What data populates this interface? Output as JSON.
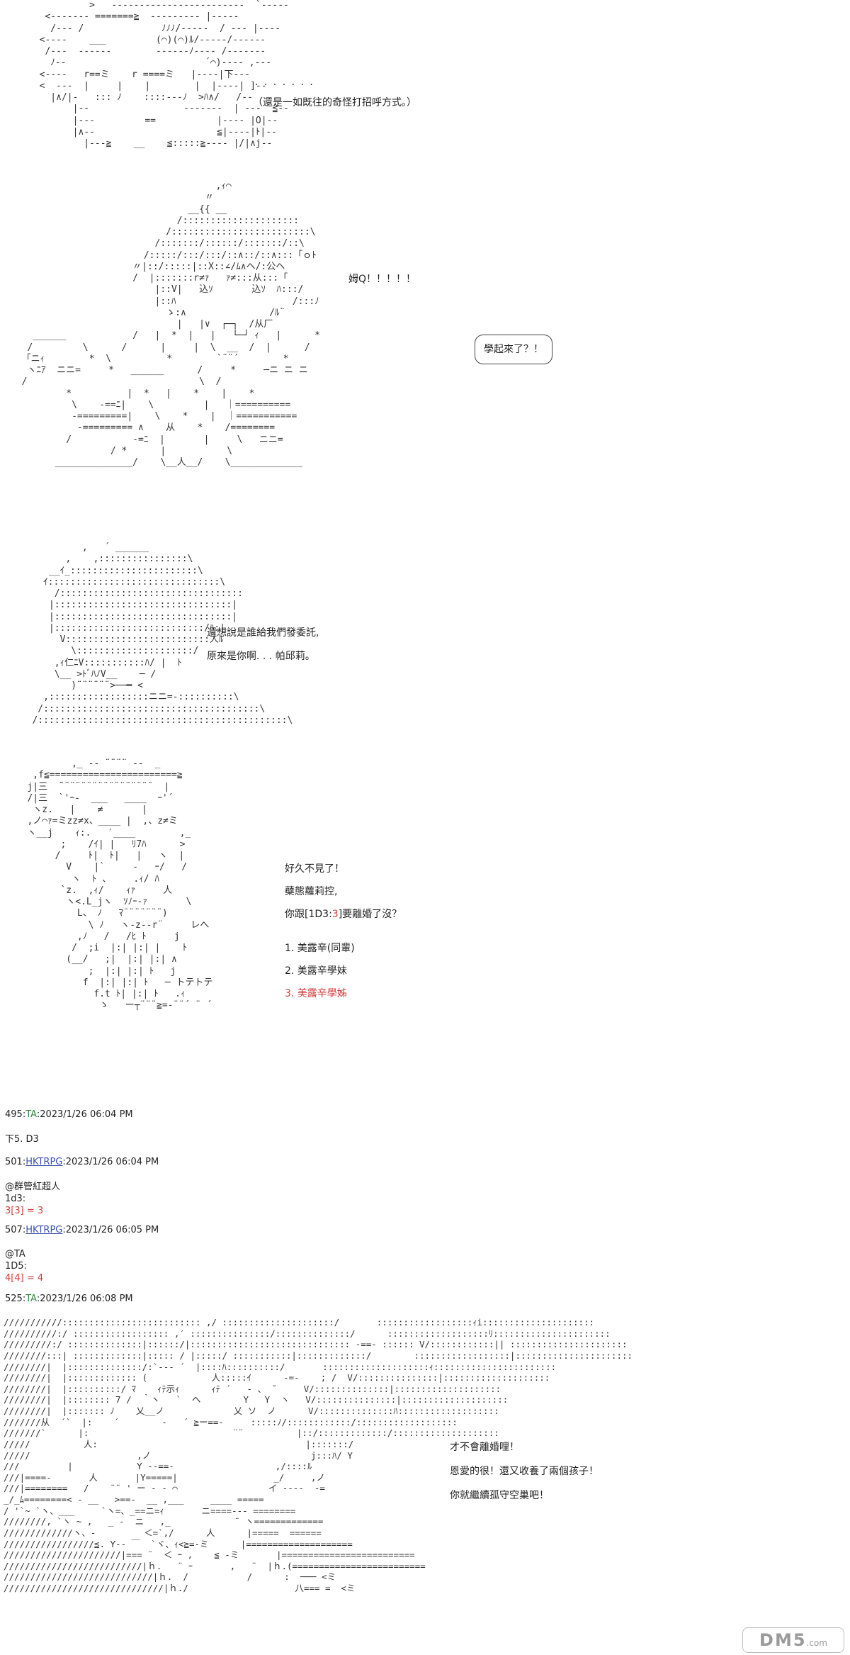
{
  "panel1": {
    "art": "           >   ------------------------  `-----\n   <------- =======≧  --------- |-----\n    /--- /              ﾉﾉﾉ/-----  / --- |----\n  <----    ___         (⌒)(⌒)ﾙ/-----/------\n   /---  ------        ------ﾉ---- /-------\n    ﾉ--                         ´⌒)---- ,---\n  <----   r==ミ    r ====ミ   |----|下---\n  <  ---  |     |    |        |  |----| ]--\n    |∧/|-   ::: ﾉ    ::::---ﾉ  >ﾊ∧/   /--\n        |--                 -------  | ---  ≦--\n        |---         ==           |---- |O|--\n        |∧--                      ≦|----|ﾄ|--\n          |---≧    __    ≦:::::≧---- |/|∧j--",
    "dots": ". . . . . . .",
    "remark": "（還是一如既往的奇怪打招呼方式。）"
  },
  "panel2": {
    "art": "                                     ,ｨ⌒\n                                   〃\n                                __{{ __\n                              /:::::::::::::::::::::\n                            /:::::::::::::::::::::::::\\\n                          /:::::::/::::::/:::::::/::\\\n                        /:::::/:::/:::/::∧::/::∧:::「ｏﾄ\n                      〃|::/:::::|::X::∠/ﾑ∧ヘ/:公ヘ\n                      /  |:::::::r≠ｧ   ｧ≠:::从:::「\n                          |::V|   込ｿ       込ｿ  ﾊ:::/\n                          |::ﾊ                     /:::ﾉ\n                            ゝ:∧               /ﾙ¨\n                              |   |∨  ┌─┐  /从厂\n    ______            /   |  *  |   |   └─┘ ｨ   |      *\n   /         \\      /      |     |  \\  __  /  |      /\n  「ニｨ        *  \\          *        `¨¨´        *\n   ヽﾆｱ  ニニ=     *   ______      /     *     ─ニ ニ ニ\n  /                               \\  /\n          *          |  *   |    *    |    *\n           \\    -==ﾆ|    \\         |   ｜==========\n           -=========|    \\    *    |  ｜===========\n            -========= ∧    从    *    /========\n          /           -=ﾆ  |       |     \\   ニニ=\n                  / *      |           \\\n        ______________/    \\__人__/    \\_____________",
    "shout": "姆Q！！！！！",
    "bubble": "學起來了？！"
  },
  "panel3": {
    "art": "            ,   ´ ______\n         ,    ,::::::::::::::::\\\n      __ｲ_:::::::::::::::::::::::\\\n     ｲ:::::::::::::::::::::::::::::::\\\n       /:::::::::::::::::::::::::::::::::\n      |::::::::::::::::::::::::::::::::|\n      |::::::::::::::::::::::::::::::::|\n      |:::::::::::::::::::::::::::/ﾊ:|\n        V::::::::::::::::::::::::::人ﾙ\n          \\:::::::::::::::::::::/\n       ,ｨ仁ﾆV:::::::::::ﾊ/ |  ﾄ\n       \\__ >ﾄﾞﾊﾉV__    ─ /\n          )¨¨¨¨¨¨>──━ <\n     ,::::::::::::::::::ニニ=-::::::::::\\\n    /:::::::::::::::::::::::::::::::::::::::\\\n   /:::::::::::::::::::::::::::::::::::::::::::::\\",
    "line1": "還想說是誰給我們發委託,",
    "line2": "原來是你啊. . . 帕邱莉。"
  },
  "panel4": {
    "art": "           ,_ -‐ ¨¨¨¨ ‐-  _\n    ,f≦=======================≧\n   j|三  ̄¨¨¨¨¨¨¨¨¨¨¨¨¨¨¨¨¨  |\n   /|三  `'ｰ-  ___   ____  ｰ'´\n    ヽz.   |    ≠       |\n   ,ノ⌒ｧ=ミzz≠x、____ |  ,、z≠ミ\n   ヽ__j    ｨ:.   ′____        ,_\n         ;    /ｲ| |   ﾘ7ﾊ      >\n        /     ﾄ|  ﾄ|   |   ヽ  |\n          V    |`     -   ｰ/   /\n           ヽ  ﾄ 、    .ｨ/ ﾊ\n         `z.  ,ｨ/    ｨｧ     人\n          ヽ<.L_jヽ  ｿﾉｰ‐ｧ       \\\n            L、 ﾉ   ﾏ¨¨¨¨¨¨¨)\n              \\ ﾉ   ヽ-z--r¨     レへ\n            ,ﾉ   /   /ﾋ ﾄ     j\n           /  ;i  |:| |:| |    ﾄ\n          (__/   ;|  |:| |:| ∧\n              ;  |:| |:| ﾄ   j\n             f  |:| |:| ﾄ   ─ トテトテ\n               f.t ﾄ| |:| ﾄ   .ｨ\n                ゝ   ー┬¨¨¨≧=‐¨¨´ ¨ ´",
    "greeting": "好久不見了！",
    "name": "蘗態蘿莉控,",
    "question_prefix": "你跟[",
    "dice_label": "1D3",
    "dice_sep": ":",
    "dice_result": "3",
    "question_suffix": "]要離婚了沒？",
    "option1": "1. 美露辛(同輩)",
    "option2": "2. 美露辛學妹",
    "option3": "3. 美露辛學姊"
  },
  "posts": [
    {
      "num": "495:",
      "author": "TA",
      "time": ":2023/1/26 06:04 PM"
    },
    {
      "num": "501:",
      "author": "HKTRPG",
      "time": ":2023/1/26 06:04 PM"
    },
    {
      "num": "507:",
      "author": "HKTRPG",
      "time": ":2023/1/26 06:05 PM"
    },
    {
      "num": "525:",
      "author": "TA",
      "time": ":2023/1/26 06:08 PM"
    }
  ],
  "post495_body": "下5. D3",
  "post501": {
    "mention": "@群管紅超人",
    "roll": "1d3:",
    "result": "3[3] = 3"
  },
  "post507": {
    "mention": "@TA",
    "roll": "1D5:",
    "result": "4[4] = 4"
  },
  "panel5": {
    "art": "///////////:::::::::::::::::::::::::: ,/ :::::::::::::::::::::/       ::::::::::::::::::ｨi:::::::::::::::::::::\n//////////:/ :::::::::::::::::: ,′ :::::::::::::::/::::::::::::::/      :::::::::::::::::::ﾘ::::::::::::::::::::::\n/////////:/ ::::::::::::::|::::::/|:::::::::::::::::::::::::::::: -==- :::::: V/::::::::::::|| ::::::::::::::::::::::\n////////:::| :::::::::::::|::::: / |:::::/ :::::::::::|:::::::::::::/        ::::::::::::::::::|::::::::::::::::::::::\n////////|  |::::::::::::::/:`‐-- ´  |::::ﾊ::::::::::/       ::::::::::::::::::::ｨ:::::::::::::::::::::::\n////////|  |::::::::::::: (            人:::::ｲ      -=-    ; /  V/:::::::::::::::|::::::::::::::::::::\n////////|  |::::::::::/ ﾏ    ｨﾃ示ｨ      ｨﾃ ´   - 、 ˘     V/::::::::::::::|::::::::::::::::::::\n////////|  |:::::::: 7 /  ｀ヽ   `  ヘ        Y   Y  ヽ   V/:::::::::::::::|::::::::::::::::::::\n////////|  |::::::: ﾉ    乂__ノ             乂 ソ  ノ      V/::::::::::::::ﾊ:::::::::::::::::::\n///////从  ´`  |:    ´        -   ´ ≧ー==-     :::::ﾉ/::::::::::::/:::::::::::::::::::\n///////`      |:                           ¨¨          |::/:::::::::::::/::::::::::::::::::::\n/////          人:                                       |:::::::/\n/////                    ,ノ                              j:::ﾊ/ Y\n///         |            Y --==-                   ,/::::ﾙ\n///|====-       人       |Y=====|                  _/     ,ノ\n///|========   /    ¨¨ ' ー ‐ - ⌒                 イ ----  -=\n_/_ﾑ========< - __   >==-  __ ,___     ____ =====\n/ '`~ `ヽ、___     `ヽ=、_==ニ=ｨ       ニ====--- ========\n////////, `ヽ ~ ,   _ -  ニ   ,_            ¨ ヽ=============\n/////////////ヽ、-         ＜=`,/      人      |=====  ======\n/////////////////≦. Y-- ￣  `ヾ、ｨ<≧=-ミ      |====================\n//////////////////////|=== ¨  ＜ ｰ ,    ≦ -ミ       |=========================\n//////////////////////////|ｈ.   ¨ ｰ       ,   ¨  |ｈ.(=========================\n////////////////////////////|ｈ.  /           /      :  ─── <ミ\n//////////////////////////////|ｈ./                    八=== =  <ミ",
    "line1": "才不會離婚哩！",
    "line2": "恩愛的很！還又收養了兩個孩子！",
    "line3": "你就繼續孤守空巢吧！"
  },
  "watermark": {
    "main": "DM5",
    "suffix": ".com"
  },
  "colors": {
    "ta_author": "#2c8a3c",
    "link_author": "#3a4fb0",
    "dice": "#d43c3c"
  }
}
